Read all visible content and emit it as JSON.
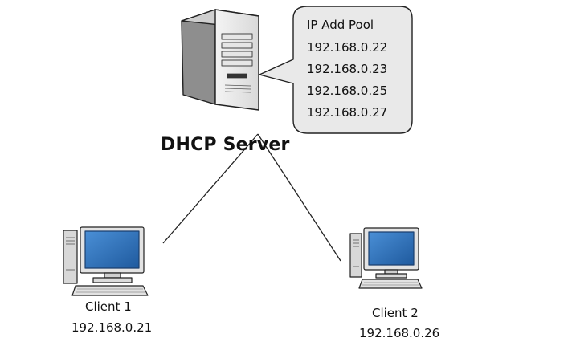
{
  "server": {
    "label": "DHCP Server",
    "icon": "server-tower-icon"
  },
  "ip_pool": {
    "title": "IP Add Pool",
    "addresses": [
      "192.168.0.22",
      "192.168.0.23",
      "192.168.0.25",
      "192.168.0.27"
    ]
  },
  "clients": [
    {
      "name": "Client 1",
      "ip": "192.168.0.21",
      "icon": "desktop-computer-icon"
    },
    {
      "name": "Client 2",
      "ip": "192.168.0.26",
      "icon": "desktop-computer-icon"
    }
  ],
  "colors": {
    "screen": "#2f6fb8",
    "bubble_fill": "#e9e9e9",
    "outline": "#222222"
  }
}
